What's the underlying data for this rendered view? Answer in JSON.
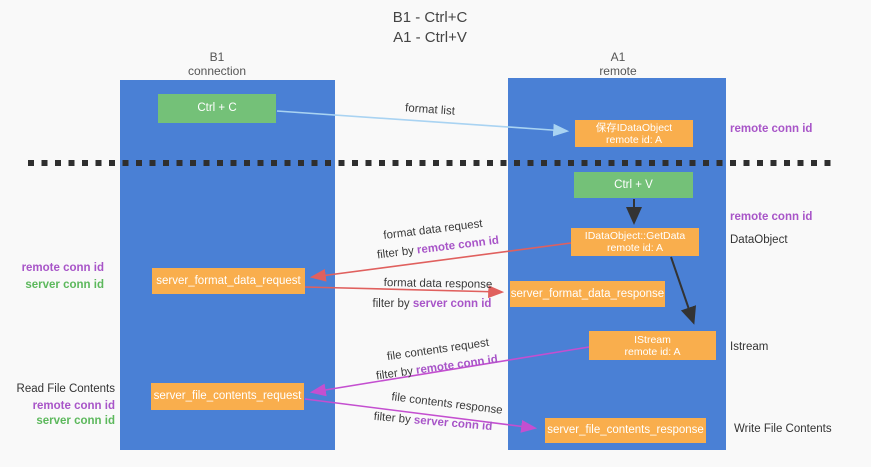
{
  "title": {
    "line1": "B1 - Ctrl+C",
    "line2": "A1 - Ctrl+V"
  },
  "lanes": {
    "left": {
      "name": "B1",
      "role": "connection"
    },
    "right": {
      "name": "A1",
      "role": "remote"
    }
  },
  "boxes": {
    "ctrl_c": {
      "label": "Ctrl + C"
    },
    "ctrl_v": {
      "label": "Ctrl + V"
    },
    "save_idataobject": {
      "line1": "保存IDataObject",
      "line2": "remote id: A"
    },
    "idataobject_getdata": {
      "line1": "IDataObject::GetData",
      "line2": "remote id: A"
    },
    "istream": {
      "line1": "IStream",
      "line2": "remote id: A"
    },
    "server_format_data_request": {
      "label": "server_format_data_request"
    },
    "server_format_data_response": {
      "label": "server_format_data_response"
    },
    "server_file_contents_request": {
      "label": "server_file_contents_request"
    },
    "server_file_contents_response": {
      "label": "server_file_contents_response"
    }
  },
  "arrow_labels": {
    "format_list": "format list",
    "format_data_request": "format data request",
    "format_data_request_filter_prefix": "filter by ",
    "format_data_request_filter": "remote conn id",
    "format_data_response": "format data response",
    "format_data_response_filter_prefix": "filter by ",
    "format_data_response_filter": "server conn id",
    "file_contents_request": "file contents request",
    "file_contents_request_filter_prefix": "filter by ",
    "file_contents_request_filter": "remote conn id",
    "file_contents_response": "file contents response",
    "file_contents_response_filter_prefix": "filter by ",
    "file_contents_response_filter": "server conn id"
  },
  "side_labels": {
    "right_remote_conn_id_top": "remote conn id",
    "right_remote_conn_id_mid": "remote conn id",
    "dataobject": "DataObject",
    "istream": "Istream",
    "write_file_contents": "Write File Contents",
    "left_remote_conn_id_top": "remote conn id",
    "left_server_conn_id_top": "server conn id",
    "read_file_contents": "Read File Contents",
    "left_remote_conn_id_bottom": "remote conn id",
    "left_server_conn_id_bottom": "server conn id"
  },
  "colors": {
    "lane_blue": "#4A80D5",
    "box_green": "#74C178",
    "box_orange": "#F9AE4D",
    "arrow_light_blue": "#A9D3F2",
    "arrow_red": "#E0605E",
    "arrow_magenta": "#C44FD0",
    "arrow_black": "#333333",
    "separator_dark": "#2F2F2F",
    "text_purple": "#A855C8",
    "text_green": "#5CB85C"
  }
}
